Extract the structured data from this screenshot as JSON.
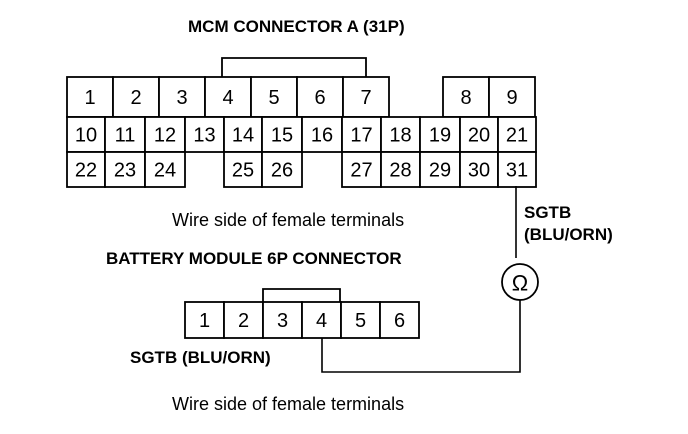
{
  "mcm_connector": {
    "title": "MCM CONNECTOR A (31P)",
    "rows": [
      [
        "1",
        "2",
        "3",
        "4",
        "5",
        "6",
        "7",
        "",
        "8",
        "9"
      ],
      [
        "10",
        "11",
        "12",
        "13",
        "14",
        "15",
        "16",
        "17",
        "18",
        "19",
        "20",
        "21"
      ],
      [
        "22",
        "23",
        "24",
        "",
        "25",
        "26",
        "",
        "27",
        "28",
        "29",
        "30",
        "31"
      ]
    ],
    "caption": "Wire side of female terminals"
  },
  "battery_connector": {
    "title": "BATTERY MODULE 6P CONNECTOR",
    "pins": [
      "1",
      "2",
      "3",
      "4",
      "5",
      "6"
    ],
    "caption": "Wire side of female terminals"
  },
  "probes": {
    "mcm_wire_label_line1": "SGTB",
    "mcm_wire_label_line2": "(BLU/ORN)",
    "battery_wire_label": "SGTB (BLU/ORN)",
    "meter_symbol": "Ω"
  }
}
